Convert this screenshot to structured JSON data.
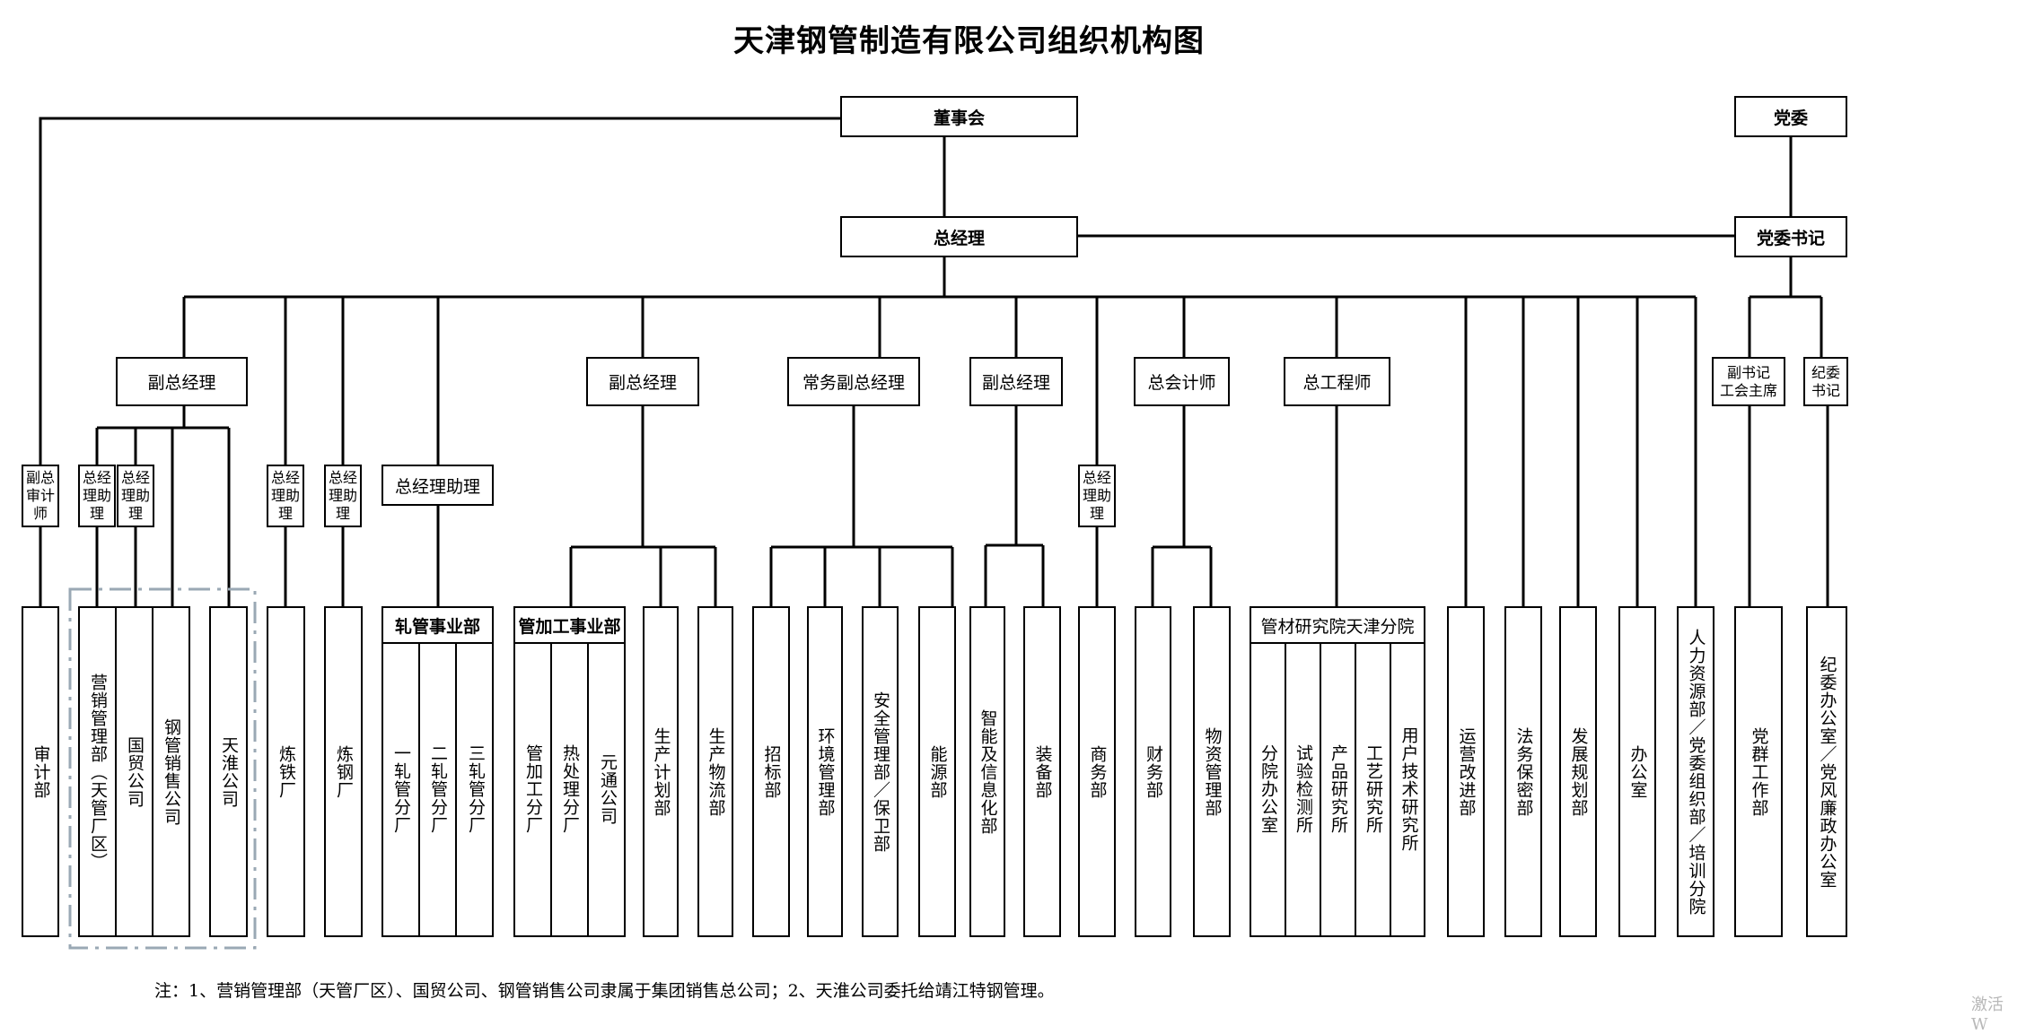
{
  "title": "天津钢管制造有限公司组织机构图",
  "top": {
    "board": "董事会",
    "party": "党委",
    "gm": "总经理",
    "party_secretary": "党委书记"
  },
  "level2": {
    "vp1": "副总经理",
    "vp2": "副总经理",
    "exec_vp": "常务副总经理",
    "vp3": "副总经理",
    "chief_accountant": "总会计师",
    "chief_engineer": "总工程师",
    "deputy_secretary": "副书记\n工会主席",
    "discipline_secretary": "纪委\n书记"
  },
  "level3": {
    "deputy_chief_accountant": "副总\n审计\n师",
    "asst_gm_1": "总经\n理助\n理",
    "asst_gm_2": "总经\n理助\n理",
    "asst_gm_3": "总经\n理助\n理",
    "asst_gm_4": "总经\n理助\n理",
    "asst_gm_wide": "总经理助理",
    "asst_gm_5": "总经\n理助\n理"
  },
  "departments": {
    "audit": "审计部",
    "marketing": "营销管理部（天管厂区）",
    "guomao": "国贸公司",
    "steel_sales": "钢管销售公司",
    "tianhuai": "天淮公司",
    "ironworks": "炼铁厂",
    "steelworks": "炼钢厂",
    "production_planning": "生产计划部",
    "production_logistics": "生产物流部",
    "tendering": "招标部",
    "environment": "环境管理部",
    "safety": "安全管理部／保卫部",
    "energy": "能源部",
    "smart_it": "智能及信息化部",
    "equipment": "装备部",
    "commerce": "商务部",
    "finance": "财务部",
    "materials": "物资管理部",
    "operations": "运营改进部",
    "legal": "法务保密部",
    "development": "发展规划部",
    "office": "办公室",
    "hr": "人力资源部／党委组织部／培训分院",
    "party_work": "党群工作部",
    "discipline_office": "纪委办公室／党风廉政办公室"
  },
  "groups": {
    "rolling": {
      "name": "轧管事业部",
      "units": [
        "一轧管分厂",
        "二轧管分厂",
        "三轧管分厂"
      ]
    },
    "processing": {
      "name": "管加工事业部",
      "units": [
        "管加工分厂",
        "热处理分厂",
        "元通公司"
      ]
    },
    "research": {
      "name": "管材研究院天津分院",
      "units": [
        "分院办公室",
        "试验检测所",
        "产品研究所",
        "工艺研究所",
        "用户技术研究所"
      ]
    }
  },
  "note": "注：1、营销管理部（天管厂区）、国贸公司、钢管销售公司隶属于集团销售总公司；2、天淮公司委托给靖江特钢管理。",
  "watermark": "激活 W"
}
